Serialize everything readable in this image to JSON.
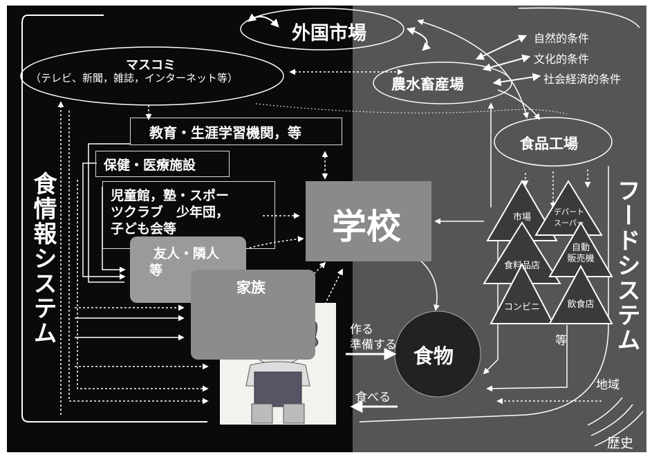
{
  "left_title": "食情報システム",
  "right_title": "フードシステム",
  "foreign_market": "外国市場",
  "mass_media": {
    "title": "マスコミ",
    "subtitle": "（テレビ、新聞，雑誌，インターネット等）"
  },
  "agri_production": "農水畜産場",
  "conditions": [
    "自然的条件",
    "文化的条件",
    "社会経済的条件"
  ],
  "education": "教育・生涯学習機関，等",
  "health": "保健・医療施設",
  "children_orgs": [
    "児童館，塾・スポー",
    "ツクラブ　少年団，",
    "子ども会等"
  ],
  "friends": [
    "友人・隣人",
    "等"
  ],
  "family": "家族",
  "school": "学校",
  "food_factory": "食品工場",
  "food": "食物",
  "make": [
    "作る",
    "準備する"
  ],
  "eat": "食べる",
  "stores": {
    "market": "市場",
    "department": [
      "デパート",
      "スーパー"
    ],
    "grocery": "食料品店",
    "vending": [
      "自動",
      "販売機"
    ],
    "convenience": "コンビニ",
    "restaurant": "飲食店",
    "etc": "等"
  },
  "region": "地域",
  "history": "歴史",
  "colors": {
    "left_bg": "#0a0a0a",
    "right_bg": "#555555",
    "school_box": "#8a8a8a",
    "friends_box": "#9a9a9a",
    "family_box": "#8c8c8c",
    "food_circle": "#222222"
  }
}
